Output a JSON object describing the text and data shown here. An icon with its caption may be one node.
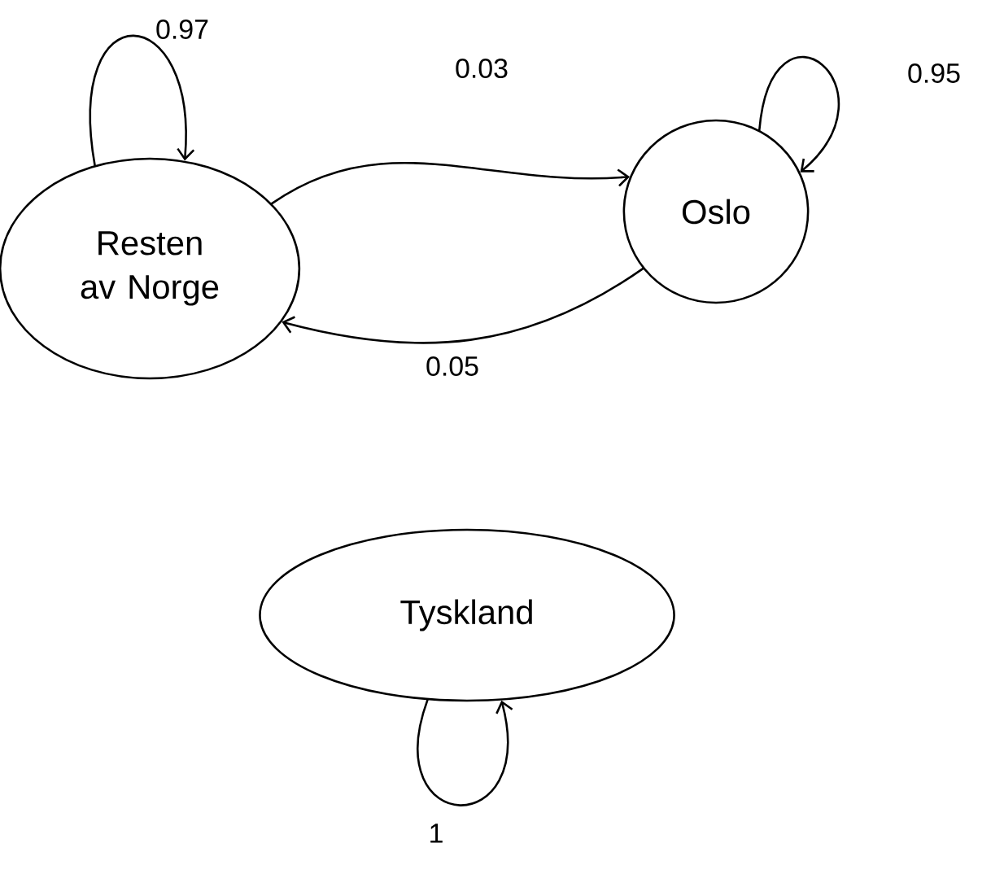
{
  "diagram": {
    "nodes": [
      {
        "text": [
          "Resten av Norge"
        ]
      },
      {
        "text": [
          "Oslo"
        ]
      },
      {
        "text": [
          "Tyskland"
        ]
      }
    ],
    "edges": [
      {
        "from": 0,
        "to": 0,
        "arrow": "to",
        "label": "0.97"
      },
      {
        "from": 0,
        "to": 1,
        "arrow": "to",
        "label": "0.03"
      },
      {
        "from": 1,
        "to": 1,
        "arrow": "to",
        "label": "0.95"
      },
      {
        "from": 1,
        "to": 0,
        "arrow": "to",
        "label": "0.05"
      },
      {
        "from": 2,
        "to": 2,
        "arrow": "to",
        "label": "1"
      }
    ]
  }
}
